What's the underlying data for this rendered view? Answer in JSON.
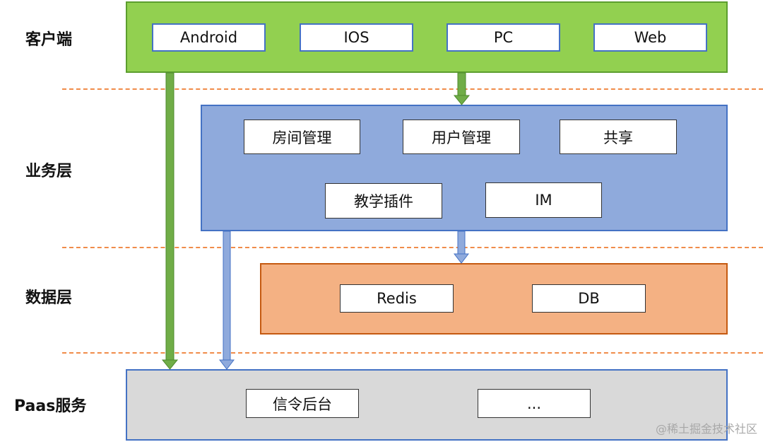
{
  "colors": {
    "client_fill": "#92d050",
    "client_border": "#5c9e2e",
    "business_fill": "#8faadc",
    "business_border": "#4472c4",
    "data_fill": "#f4b183",
    "data_border": "#c55a11",
    "paas_fill": "#d9d9d9",
    "paas_border": "#4472c4",
    "divider": "#f08c4a",
    "green_arrow": "#70ad47",
    "blue_arrow": "#8faadc"
  },
  "layers": {
    "client": {
      "label": "客户端",
      "items": [
        "Android",
        "IOS",
        "PC",
        "Web"
      ]
    },
    "business": {
      "label": "业务层",
      "items": [
        "房间管理",
        "用户管理",
        "共享",
        "教学插件",
        "IM"
      ]
    },
    "data": {
      "label": "数据层",
      "items": [
        "Redis",
        "DB"
      ]
    },
    "paas": {
      "label": "Paas服务",
      "items": [
        "信令后台",
        "..."
      ]
    }
  },
  "watermark": "@稀土掘金技术社区"
}
